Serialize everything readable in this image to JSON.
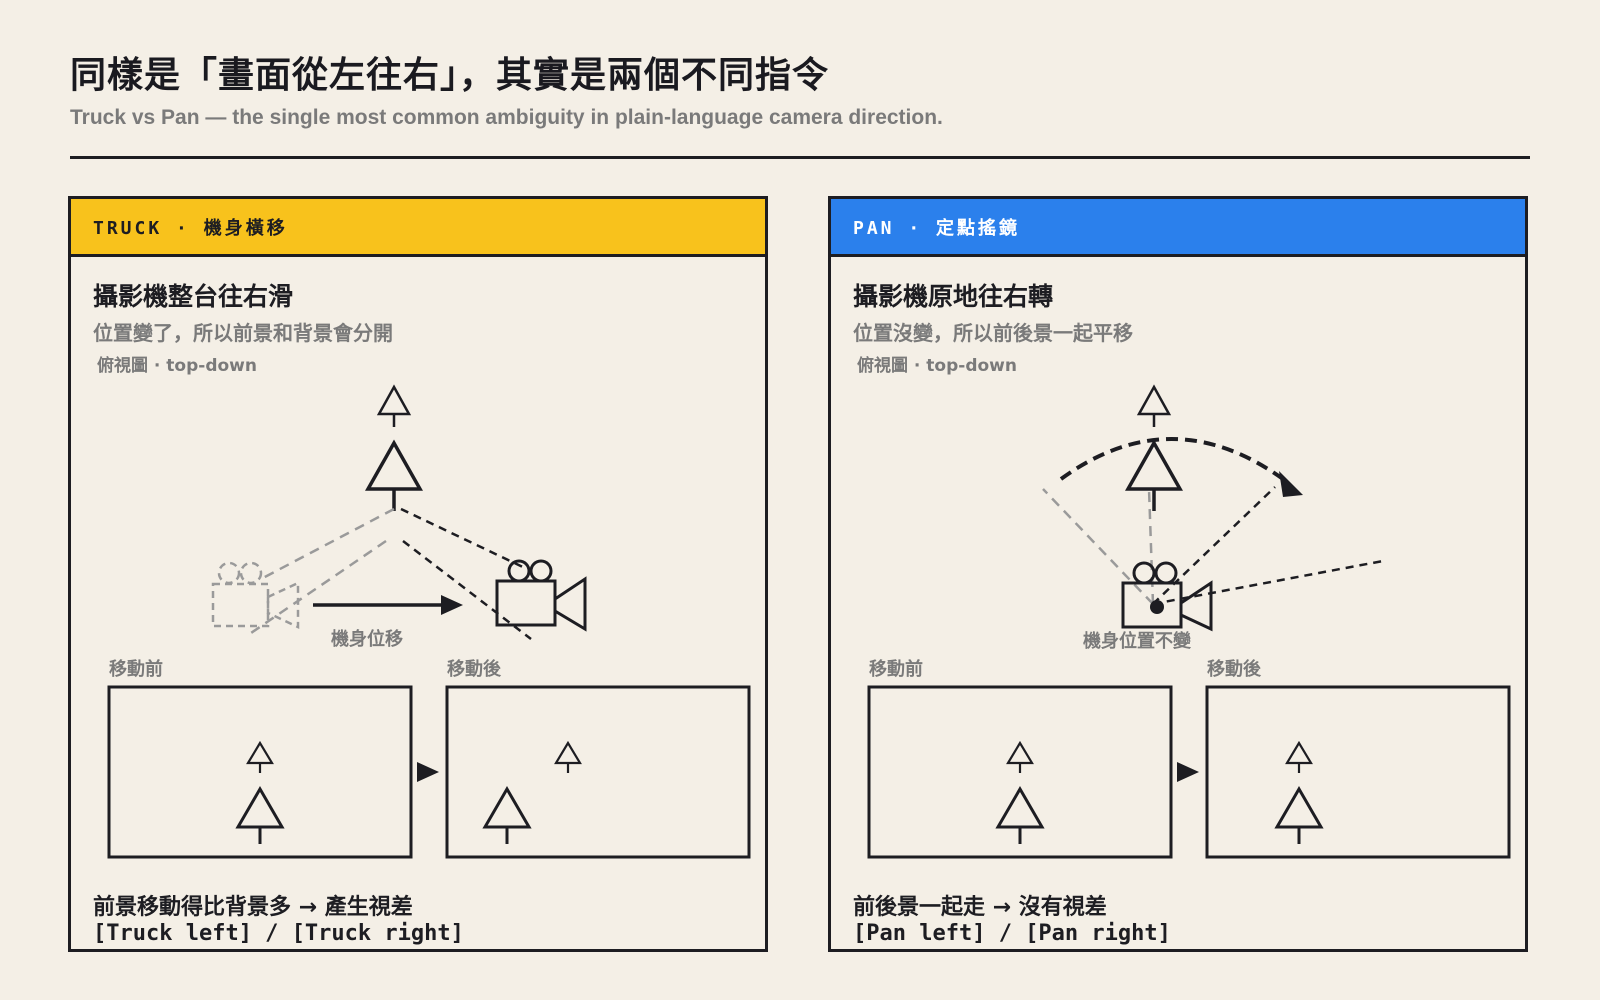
{
  "header": {
    "title": "同樣是「畫面從左往右」，其實是兩個不同指令",
    "subtitle": "Truck vs Pan — the single most common ambiguity in plain-language camera direction."
  },
  "panels": [
    {
      "id": "truck",
      "header": "TRUCK · 機身橫移",
      "accent": "#f8c21c",
      "heading": "攝影機整台往右滑",
      "description": "位置變了，所以前景和背景會分開",
      "view_label": "俯視圖 · top-down",
      "motion_label": "機身位移",
      "before_label": "移動前",
      "after_label": "移動後",
      "result": "前景移動得比背景多 → 產生視差",
      "command": "[Truck left] / [Truck right]"
    },
    {
      "id": "pan",
      "header": "PAN · 定點搖鏡",
      "accent": "#2b80ec",
      "heading": "攝影機原地往右轉",
      "description": "位置沒變，所以前後景一起平移",
      "view_label": "俯視圖 · top-down",
      "motion_label": "機身位置不變",
      "before_label": "移動前",
      "after_label": "移動後",
      "result": "前後景一起走 → 沒有視差",
      "command": "[Pan left] / [Pan right]"
    }
  ],
  "icons": [
    "tree-icon",
    "camera-icon",
    "arrow-right-icon"
  ]
}
